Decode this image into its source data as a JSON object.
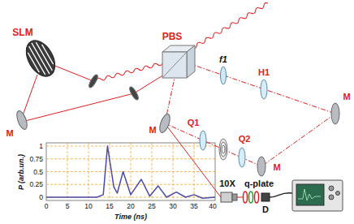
{
  "diagram": {
    "labels": [
      "SLM",
      "PBS",
      "f1",
      "H1",
      "M",
      "M",
      "M",
      "M",
      "Q1",
      "Q2",
      "10X",
      "q-plate",
      "D",
      "P (arb.un.)",
      "1",
      "0.75",
      "0.5",
      "0.25",
      "0",
      "0",
      "5",
      "10",
      "15",
      "20",
      "25",
      "30",
      "35",
      "40",
      "Time (ns)"
    ]
  }
}
